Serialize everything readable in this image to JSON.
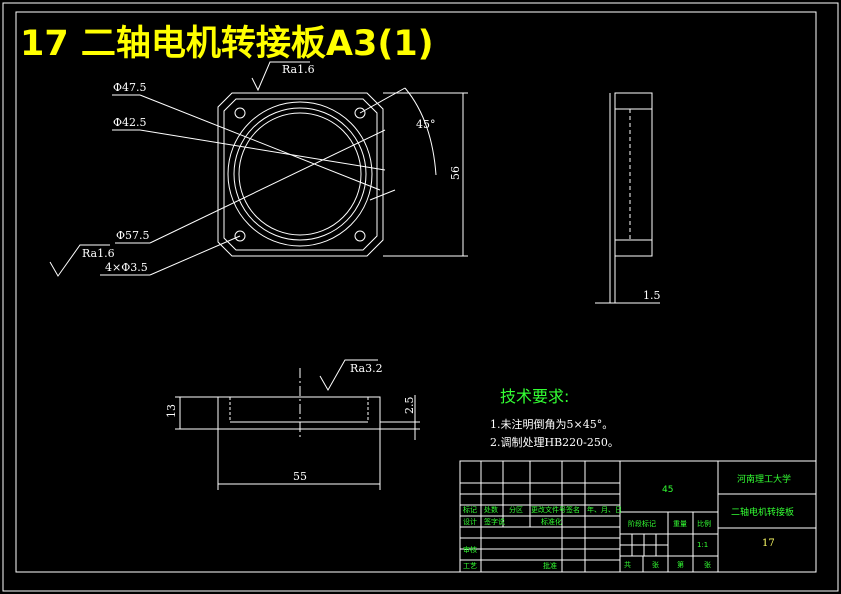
{
  "title": "17  二轴电机转接板A3(1)",
  "colors": {
    "background": "#000000",
    "lines": "#ffffff",
    "title": "#ffff00",
    "notes_heading": "#33ff33",
    "titleblock_text": "#33ff33"
  },
  "front_view": {
    "roughness_top": "Ra1.6",
    "roughness_left": "Ra1.6",
    "dim_d47": "Φ47.5",
    "dim_d42": "Φ42.5",
    "dim_d57": "Φ57.5",
    "dim_holes": "4×Φ3.5",
    "dim_angle": "45°",
    "dim_height": "56"
  },
  "side_view": {
    "dim_thickness": "1.5"
  },
  "section_view": {
    "roughness": "Ra3.2",
    "dim_width": "55",
    "dim_height": "13",
    "dim_step": "2.5"
  },
  "notes": {
    "heading": "技术要求:",
    "items": [
      "1.未注明倒角为5×45°。",
      "2.调制处理HB220-250。"
    ]
  },
  "title_block": {
    "material": "45",
    "university": "河南理工大学",
    "part_name": "二轴电机转接板",
    "drawing_no": "17",
    "scale": "1:1",
    "row_labels_1": [
      "标记",
      "处数",
      "分区",
      "更改文件号",
      "签名",
      "年、月、日"
    ],
    "row_labels_2": [
      "设计",
      "签字说",
      "",
      "标准化"
    ],
    "col_labels": [
      "阶段标记",
      "重量",
      "比例"
    ],
    "left_labels": [
      "审核",
      "工艺"
    ],
    "approve": "批准",
    "bottom_labels": [
      "共",
      "张",
      "第",
      "张"
    ]
  }
}
